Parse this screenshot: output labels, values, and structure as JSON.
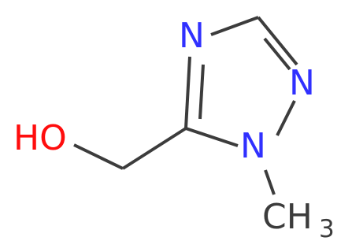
{
  "molecule": {
    "atoms": {
      "n_ring_top": "N",
      "n_ring_right": "N",
      "n_ring_bottom": "N",
      "hydroxyl": "HO",
      "methyl_c": "CH",
      "methyl_sub": "3"
    }
  },
  "colors": {
    "bond": "#3c3c3c",
    "nitrogen": "#3030ff",
    "oxygen": "#ff0d0d",
    "carbon": "#3c3c3c"
  }
}
